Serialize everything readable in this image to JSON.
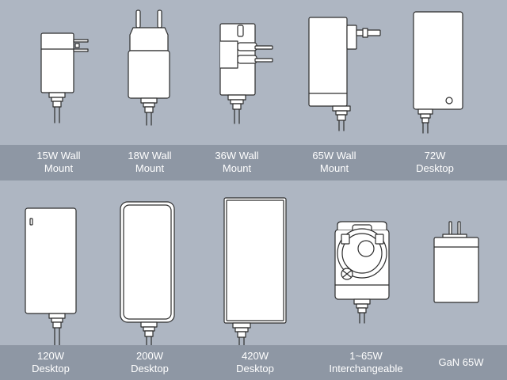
{
  "products": [
    {
      "line1": "15W Wall",
      "line2": "Mount"
    },
    {
      "line1": "18W Wall",
      "line2": "Mount"
    },
    {
      "line1": "36W Wall",
      "line2": "Mount"
    },
    {
      "line1": "65W Wall",
      "line2": "Mount"
    },
    {
      "line1": "72W",
      "line2": "Desktop"
    },
    {
      "line1": "120W",
      "line2": "Desktop"
    },
    {
      "line1": "200W",
      "line2": "Desktop"
    },
    {
      "line1": "420W",
      "line2": "Desktop"
    },
    {
      "line1": "1~65W",
      "line2": "Interchangeable"
    },
    {
      "line1": "GaN 65W",
      "line2": ""
    }
  ],
  "colors": {
    "background": "#aeb6c2",
    "label_band": "#8e97a4",
    "device_fill": "#ffffff",
    "device_outline": "#2d2d2d",
    "label_text": "#ffffff"
  }
}
